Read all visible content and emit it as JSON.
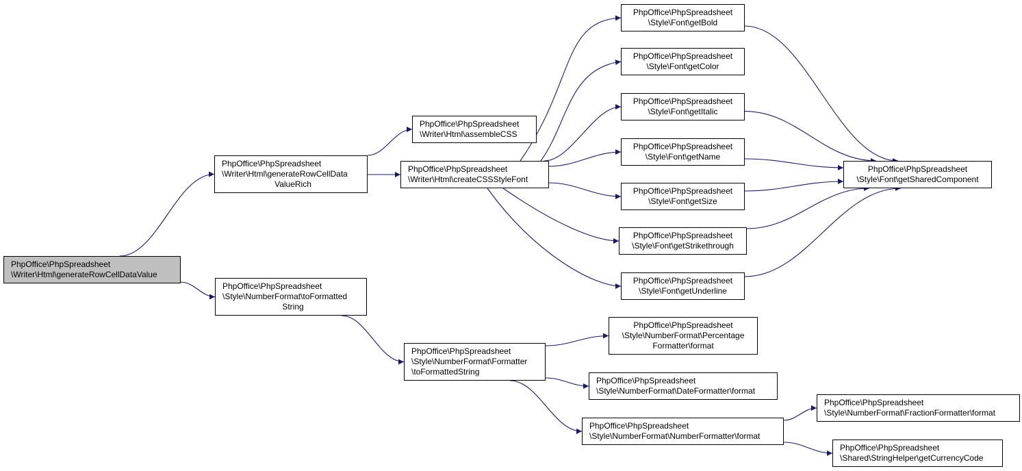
{
  "colors": {
    "edge": "#191970",
    "node_border": "#000000",
    "highlight_fill": "#bfbfbf",
    "node_fill": "#ffffff"
  },
  "nodes": [
    {
      "id": "root",
      "lines": [
        "PhpOffice\\PhpSpreadsheet",
        "\\Writer\\Html\\generateRowCellDataValue"
      ]
    },
    {
      "id": "rich",
      "lines": [
        "PhpOffice\\PhpSpreadsheet",
        "\\Writer\\Html\\generateRowCellData",
        "ValueRich"
      ]
    },
    {
      "id": "tofmt",
      "lines": [
        "PhpOffice\\PhpSpreadsheet",
        "\\Style\\NumberFormat\\toFormatted",
        "String"
      ]
    },
    {
      "id": "assemble",
      "lines": [
        "PhpOffice\\PhpSpreadsheet",
        "\\Writer\\Html\\assembleCSS"
      ]
    },
    {
      "id": "cssfont",
      "lines": [
        "PhpOffice\\PhpSpreadsheet",
        "\\Writer\\Html\\createCSSStyleFont"
      ]
    },
    {
      "id": "fmtr",
      "lines": [
        "PhpOffice\\PhpSpreadsheet",
        "\\Style\\NumberFormat\\Formatter",
        "\\toFormattedString"
      ]
    },
    {
      "id": "bold",
      "lines": [
        "PhpOffice\\PhpSpreadsheet",
        "\\Style\\Font\\getBold"
      ]
    },
    {
      "id": "color",
      "lines": [
        "PhpOffice\\PhpSpreadsheet",
        "\\Style\\Font\\getColor"
      ]
    },
    {
      "id": "italic",
      "lines": [
        "PhpOffice\\PhpSpreadsheet",
        "\\Style\\Font\\getItalic"
      ]
    },
    {
      "id": "name",
      "lines": [
        "PhpOffice\\PhpSpreadsheet",
        "\\Style\\Font\\getName"
      ]
    },
    {
      "id": "size",
      "lines": [
        "PhpOffice\\PhpSpreadsheet",
        "\\Style\\Font\\getSize"
      ]
    },
    {
      "id": "strike",
      "lines": [
        "PhpOffice\\PhpSpreadsheet",
        "\\Style\\Font\\getStrikethrough"
      ]
    },
    {
      "id": "underline",
      "lines": [
        "PhpOffice\\PhpSpreadsheet",
        "\\Style\\Font\\getUnderline"
      ]
    },
    {
      "id": "shared",
      "lines": [
        "PhpOffice\\PhpSpreadsheet",
        "\\Style\\Font\\getSharedComponent"
      ]
    },
    {
      "id": "percent",
      "lines": [
        "PhpOffice\\PhpSpreadsheet",
        "\\Style\\NumberFormat\\Percentage",
        "Formatter\\format"
      ]
    },
    {
      "id": "date",
      "lines": [
        "PhpOffice\\PhpSpreadsheet",
        "\\Style\\NumberFormat\\DateFormatter\\format"
      ]
    },
    {
      "id": "numfmt",
      "lines": [
        "PhpOffice\\PhpSpreadsheet",
        "\\Style\\NumberFormat\\NumberFormatter\\format"
      ]
    },
    {
      "id": "fraction",
      "lines": [
        "PhpOffice\\PhpSpreadsheet",
        "\\Style\\NumberFormat\\FractionFormatter\\format"
      ]
    },
    {
      "id": "currency",
      "lines": [
        "PhpOffice\\PhpSpreadsheet",
        "\\Shared\\StringHelper\\getCurrencyCode"
      ]
    }
  ],
  "edges": [
    {
      "from": "root",
      "to": "rich"
    },
    {
      "from": "root",
      "to": "tofmt"
    },
    {
      "from": "rich",
      "to": "assemble"
    },
    {
      "from": "rich",
      "to": "cssfont"
    },
    {
      "from": "cssfont",
      "to": "bold"
    },
    {
      "from": "cssfont",
      "to": "color"
    },
    {
      "from": "cssfont",
      "to": "italic"
    },
    {
      "from": "cssfont",
      "to": "name"
    },
    {
      "from": "cssfont",
      "to": "size"
    },
    {
      "from": "cssfont",
      "to": "strike"
    },
    {
      "from": "cssfont",
      "to": "underline"
    },
    {
      "from": "bold",
      "to": "shared"
    },
    {
      "from": "italic",
      "to": "shared"
    },
    {
      "from": "name",
      "to": "shared"
    },
    {
      "from": "size",
      "to": "shared"
    },
    {
      "from": "strike",
      "to": "shared"
    },
    {
      "from": "underline",
      "to": "shared"
    },
    {
      "from": "tofmt",
      "to": "fmtr"
    },
    {
      "from": "fmtr",
      "to": "percent"
    },
    {
      "from": "fmtr",
      "to": "date"
    },
    {
      "from": "fmtr",
      "to": "numfmt"
    },
    {
      "from": "numfmt",
      "to": "fraction"
    },
    {
      "from": "numfmt",
      "to": "currency"
    }
  ]
}
